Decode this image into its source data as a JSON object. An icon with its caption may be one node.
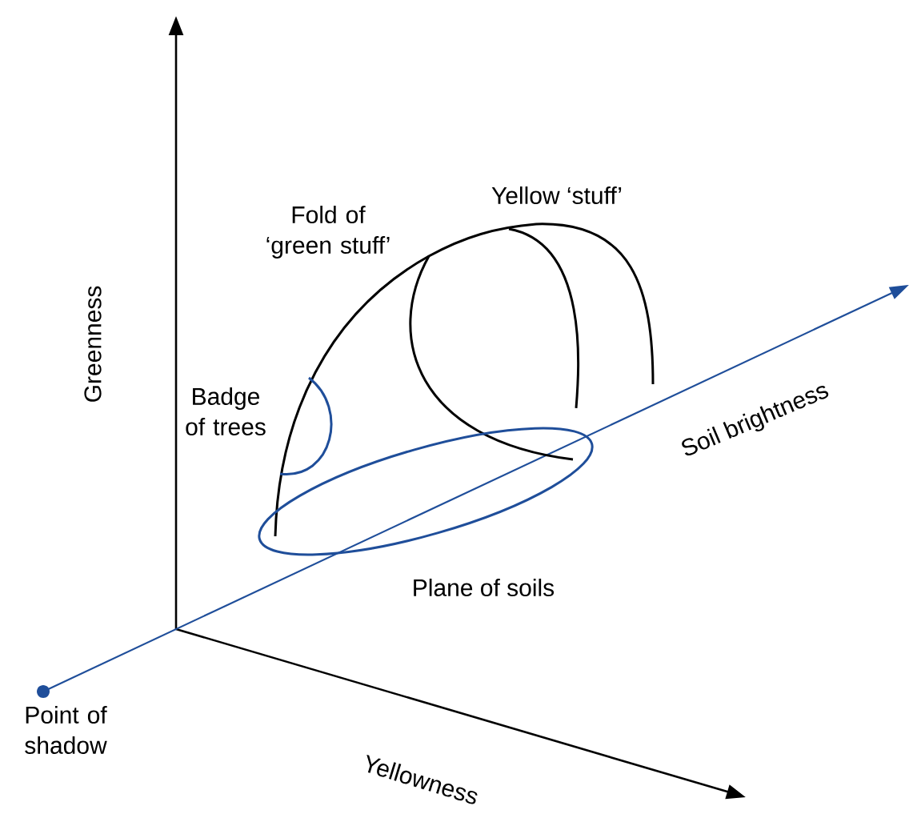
{
  "diagram": {
    "labels": [
      "Greenness",
      "Yellow ‘stuff’",
      "Fold of ‘green stuff’",
      "Soil brightness",
      "Badge of trees",
      "Plane of soils",
      "Point of shadow",
      "Yellowness"
    ]
  }
}
